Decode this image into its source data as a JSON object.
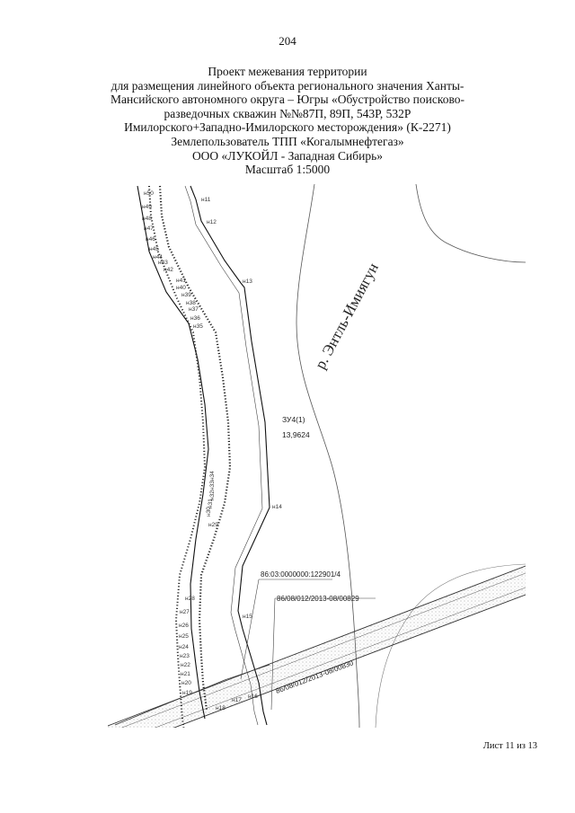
{
  "page_number": "204",
  "title_lines": [
    "Проект межевания территории",
    "для размещения линейного объекта регионального значения Ханты-",
    "Мансийского автономного округа – Югры «Обустройство поисково-",
    "разведочных скважин №№87П, 89П, 543Р, 532Р",
    "Имилорского+Западно-Имилорского месторождения» (К-2271)",
    "Землепользователь ТПП «Когалымнефтегаз»",
    "ООО «ЛУКОЙЛ - Западная Сибирь»",
    "Масштаб 1:5000"
  ],
  "map": {
    "river_label": "р. Энтль-Имиягун",
    "parcel_id": "ЗУ4(1)",
    "parcel_area": "13,9624",
    "cadastral": [
      "86:03:0000000:122901/4",
      "86/08/012/2013-08/00829",
      "86/08/012/2013-08/00830"
    ],
    "right_points": [
      "н11",
      "н12",
      "н13",
      "н14",
      "н15",
      "н16",
      "н17",
      "н18"
    ],
    "left_points_upper": [
      "н50",
      "н49",
      "н48",
      "н47",
      "н46",
      "н45",
      "н44",
      "н43",
      "н42",
      "н41",
      "н40",
      "н39",
      "н38",
      "н37",
      "н36",
      "н35"
    ],
    "left_points_mid": [
      "н34",
      "н33",
      "н32",
      "н31",
      "н30",
      "н29"
    ],
    "left_points_lower": [
      "н28",
      "н27",
      "н26",
      "н25",
      "н24",
      "н23",
      "н22",
      "н21",
      "н20",
      "н19"
    ]
  },
  "sheet": "Лист 11 из 13"
}
